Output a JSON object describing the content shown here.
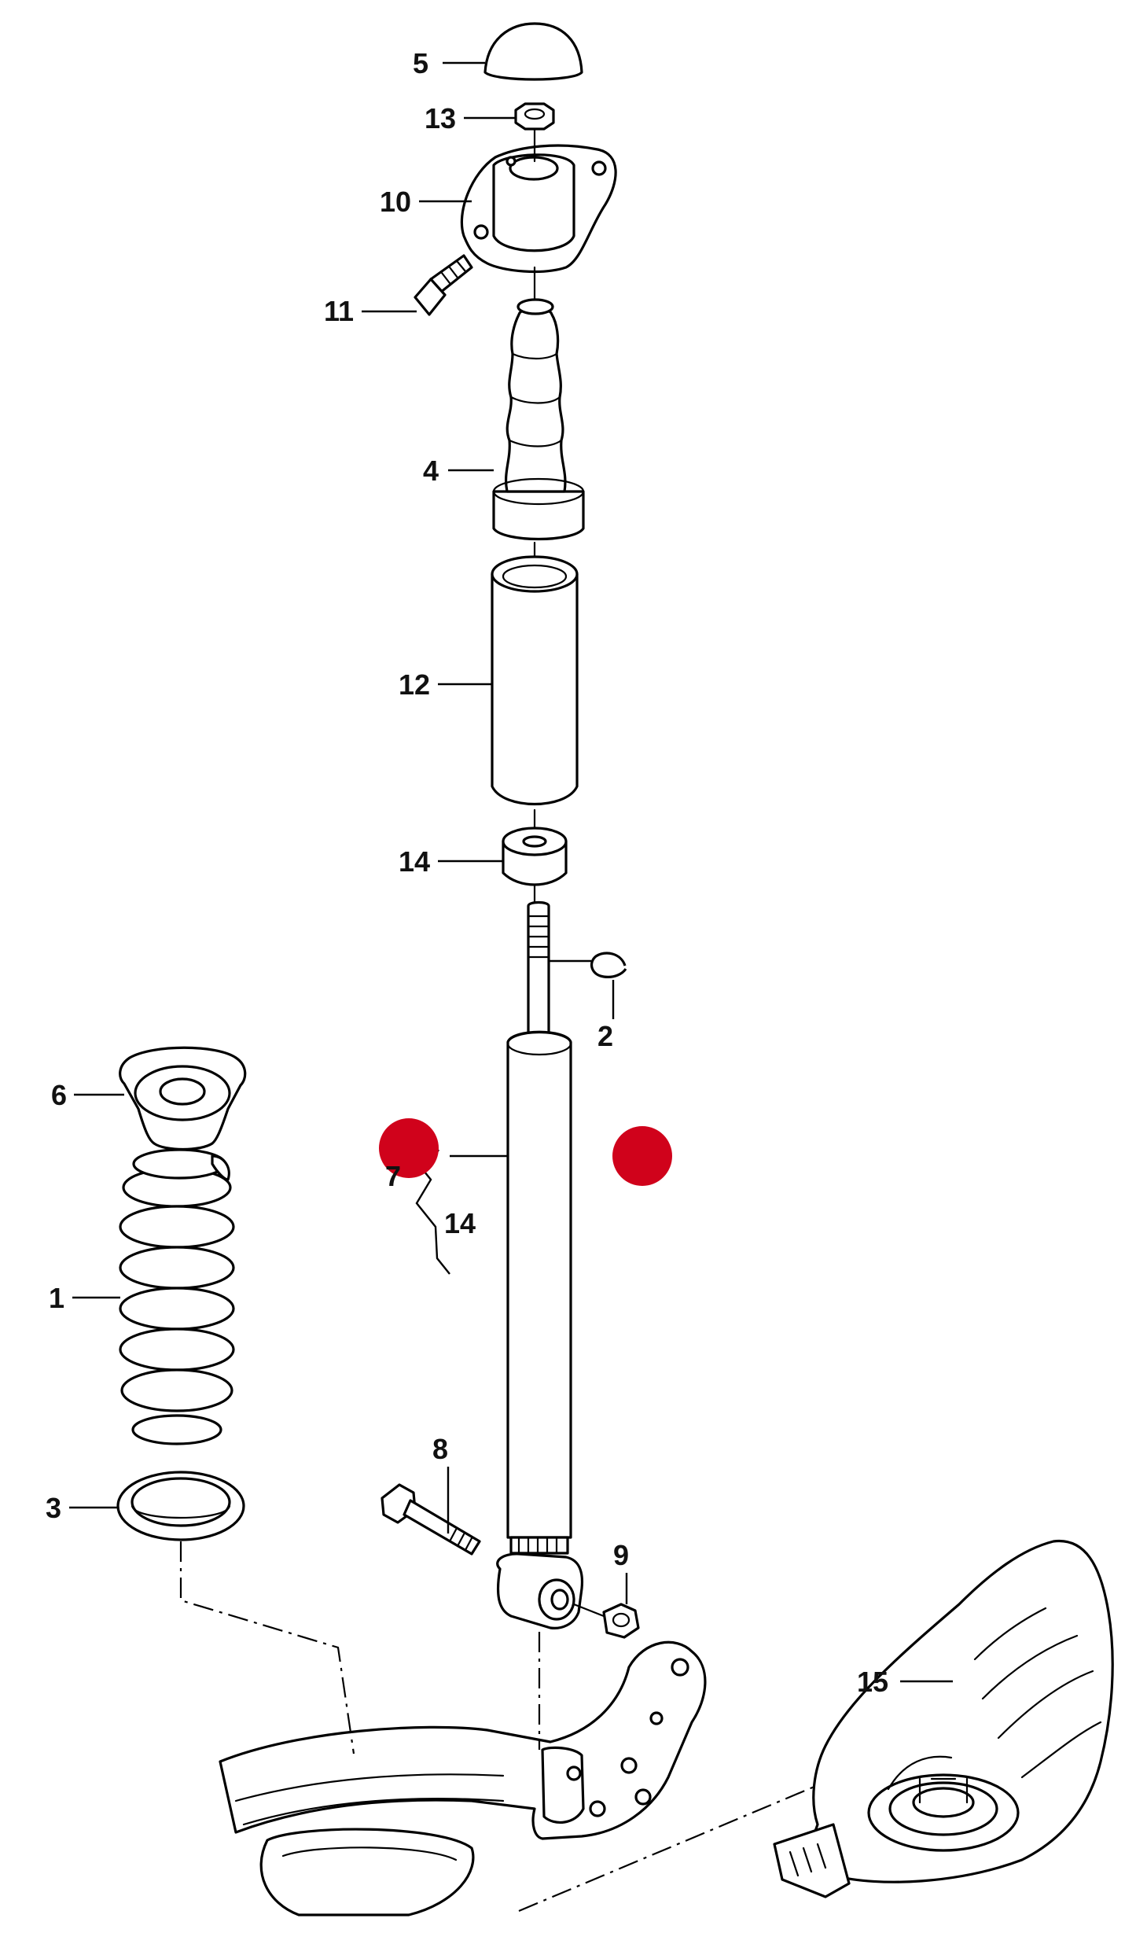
{
  "labels": {
    "l1": "1",
    "l2": "2",
    "l3": "3",
    "l4": "4",
    "l5": "5",
    "l6": "6",
    "l7": "7",
    "l8": "8",
    "l9": "9",
    "l10": "10",
    "l11": "11",
    "l12": "12",
    "l13": "13",
    "l14a": "14",
    "l14b": "14",
    "l15": "15"
  },
  "hotspots": [
    {
      "name": "hotspot-left",
      "color": "#d0021b"
    },
    {
      "name": "hotspot-right",
      "color": "#d0021b"
    }
  ],
  "colors": {
    "hotspot": "#d0021b",
    "ink": "#000000",
    "background": "#ffffff"
  }
}
